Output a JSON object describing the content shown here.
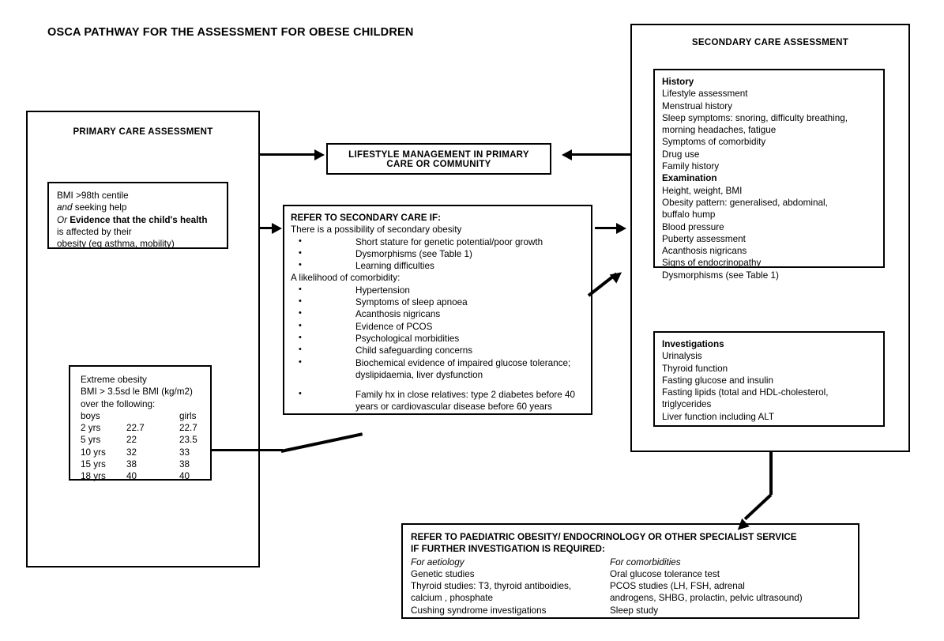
{
  "page_title": "OSCA PATHWAY FOR THE ASSESSMENT FOR OBESE CHILDREN",
  "colors": {
    "ink": "#000000",
    "paper": "#ffffff"
  },
  "primary_care": {
    "heading": "PRIMARY CARE ASSESSMENT",
    "criteria_box": {
      "line1": "BMI >98th centile",
      "line2_italic": "and",
      "line2_rest": " seeking help",
      "line3_italic": "Or",
      "line3_bold": " Evidence that the child's health",
      "line4": "is affected by their",
      "line5": "obesity (eg asthma, mobility)"
    },
    "extreme_obesity_box": {
      "line1": "Extreme obesity",
      "line2": "BMI > 3.5sd le BMI (kg/m2)",
      "line3": " over the following:",
      "col_header_boys": "boys",
      "col_header_girls": "girls",
      "rows": [
        {
          "age": "2 yrs",
          "boys": "22.7",
          "girls": "22.7"
        },
        {
          "age": "5 yrs",
          "boys": "22",
          "girls": "23.5"
        },
        {
          "age": "10 yrs",
          "boys": "32",
          "girls": "33"
        },
        {
          "age": "15 yrs",
          "boys": "38",
          "girls": "38"
        },
        {
          "age": "18 yrs",
          "boys": "40",
          "girls": "40"
        }
      ]
    }
  },
  "lifestyle_box": {
    "line1": "LIFESTYLE MANAGEMENT IN PRIMARY",
    "line2": "CARE OR COMMUNITY"
  },
  "refer_secondary": {
    "heading": "REFER TO SECONDARY CARE IF:",
    "group1_label": "There is a possibility of secondary obesity",
    "group1_items": [
      "Short stature for genetic potential/poor growth",
      "Dysmorphisms (see Table 1)",
      "Learning difficulties"
    ],
    "group2_label": "A likelihood of comorbidity:",
    "group2_items": [
      "Hypertension",
      "Symptoms of sleep apnoea",
      "Acanthosis nigricans",
      "Evidence of PCOS",
      "Psychological morbidities",
      "Child safeguarding concerns",
      "Biochemical evidence of impaired glucose tolerance;",
      "Family hx in close relatives: type 2 diabetes before 40"
    ],
    "item7_cont": "dyslipidaemia, liver dysfunction",
    "item8_cont": "years or cardiovascular disease before 60 years"
  },
  "secondary_care": {
    "heading": "SECONDARY CARE ASSESSMENT",
    "history_box": {
      "history_label": "History",
      "history_items": [
        "Lifestyle assessment",
        "Menstrual history",
        "Sleep symptoms: snoring, difficulty breathing,",
        "morning headaches, fatigue",
        "Symptoms of comorbidity",
        "Drug use",
        "Family history"
      ],
      "examination_label": "Examination",
      "examination_items": [
        "Height, weight, BMI",
        "Obesity pattern: generalised, abdominal,",
        "buffalo hump",
        "Blood pressure",
        "Puberty assessment",
        "Acanthosis nigricans",
        "Signs of endocrinopathy",
        "Dysmorphisms (see Table 1)"
      ]
    },
    "investigations_box": {
      "label": "Investigations",
      "items": [
        "Urinalysis",
        "Thyroid function",
        "Fasting glucose and insulin",
        "Fasting lipids (total and HDL-cholesterol,",
        "triglycerides",
        "Liver function including ALT"
      ]
    }
  },
  "specialist_referral": {
    "heading_line1": "REFER TO PAEDIATRIC OBESITY/ ENDOCRINOLOGY OR OTHER SPECIALIST SERVICE",
    "heading_line2": "IF FURTHER INVESTIGATION IS REQUIRED:",
    "left_col_header": "For aetiology",
    "right_col_header": "For comorbidities",
    "left_col_items": [
      "Genetic studies",
      "Thyroid studies: T3, thyroid antiboidies,",
      "calcium , phosphate",
      "Cushing syndrome investigations"
    ],
    "right_col_items": [
      "Oral glucose tolerance test",
      "PCOS studies (LH, FSH, adrenal",
      "androgens, SHBG, prolactin, pelvic ultrasound)",
      "Sleep study"
    ]
  },
  "connectors": {
    "primary_to_lifestyle": "arrow-right",
    "primary_to_refer": "arrow-right",
    "secondary_to_lifestyle": "arrow-left",
    "refer_to_secondary": "arrow-right",
    "extreme_obesity_to_secondary": "arrow-diagonal-up-right",
    "secondary_to_specialist": "arrow-diagonal-down-left"
  }
}
